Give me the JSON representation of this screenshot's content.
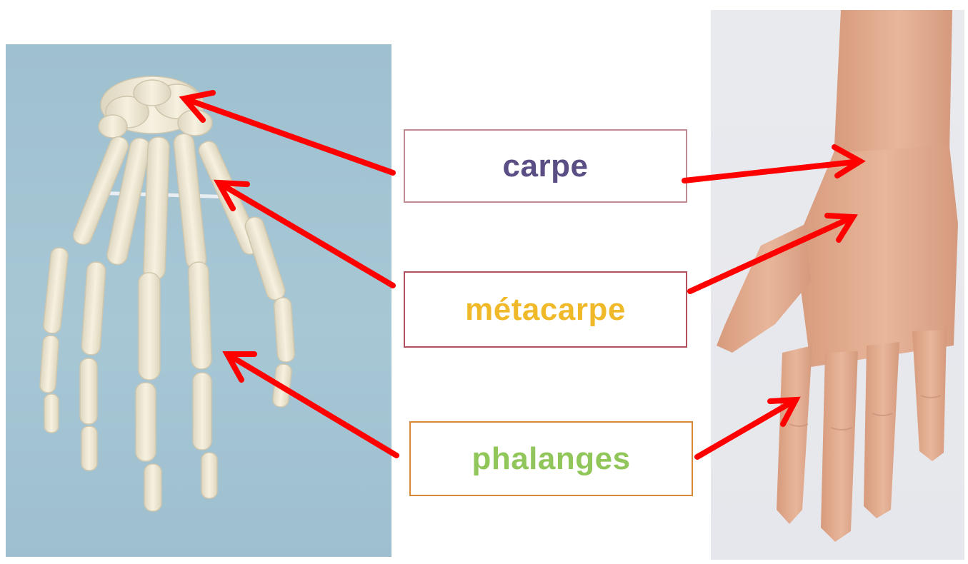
{
  "labels": {
    "carpe": {
      "text": "carpe",
      "color": "#5b4e84"
    },
    "metacarpe": {
      "text": "métacarpe",
      "color": "#f0b92a"
    },
    "phalanges": {
      "text": "phalanges",
      "color": "#91c65a"
    }
  },
  "colors": {
    "arrow": "#ff0000",
    "skeleton_background": "#a3c3d2",
    "bone": "#f1ebd8",
    "skin": "#e5b096",
    "hand_background": "#e8e9ed"
  }
}
